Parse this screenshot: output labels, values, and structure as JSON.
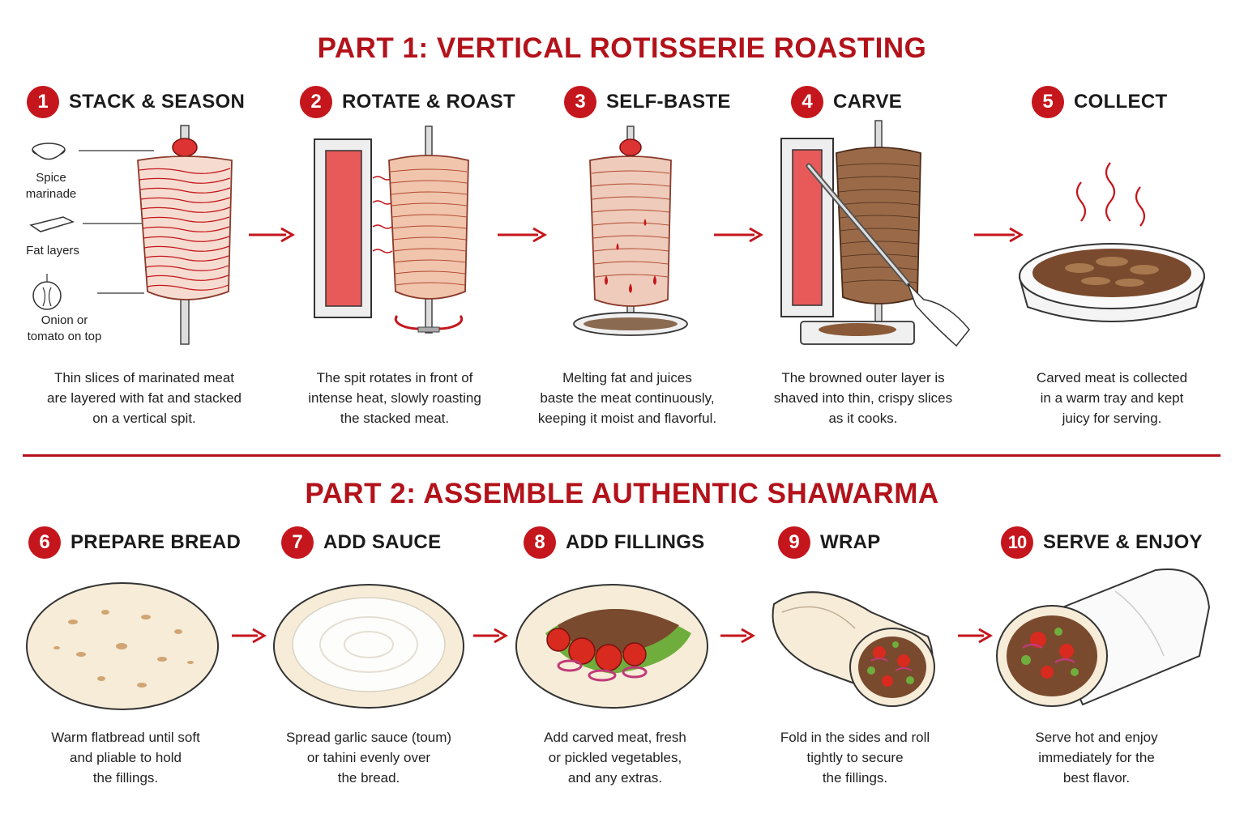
{
  "part1": {
    "title": "PART 1: VERTICAL ROTISSERIE ROASTING",
    "steps": [
      {
        "num": "1",
        "label": "STACK & SEASON",
        "desc": "Thin slices of marinated meat\nare layered with fat and stacked\non a vertical spit."
      },
      {
        "num": "2",
        "label": "ROTATE & ROAST",
        "desc": "The spit rotates in front of\nintense heat, slowly roasting\nthe stacked meat."
      },
      {
        "num": "3",
        "label": "SELF-BASTE",
        "desc": "Melting fat and juices\nbaste the meat continuously,\nkeeping it moist and flavorful."
      },
      {
        "num": "4",
        "label": "CARVE",
        "desc": "The browned outer layer is\nshaved into thin, crispy slices\nas it cooks."
      },
      {
        "num": "5",
        "label": "COLLECT",
        "desc": "Carved meat is collected\nin a warm tray and kept\njuicy for serving."
      }
    ],
    "callouts": {
      "spice": "Spice\nmarinade",
      "fat": "Fat layers",
      "onion": "Onion or\ntomato on top"
    }
  },
  "part2": {
    "title": "PART 2: ASSEMBLE AUTHENTIC SHAWARMA",
    "steps": [
      {
        "num": "6",
        "label": "PREPARE BREAD",
        "desc": "Warm flatbread until soft\nand pliable to hold\nthe fillings."
      },
      {
        "num": "7",
        "label": "ADD SAUCE",
        "desc": "Spread garlic sauce (toum)\nor tahini evenly over\nthe bread."
      },
      {
        "num": "8",
        "label": "ADD FILLINGS",
        "desc": "Add carved meat, fresh\nor pickled vegetables,\nand any extras."
      },
      {
        "num": "9",
        "label": "WRAP",
        "desc": "Fold in the sides and roll\ntightly to secure\nthe fillings."
      },
      {
        "num": "10",
        "label": "SERVE & ENJOY",
        "desc": "Serve hot and enjoy\nimmediately for the\nbest flavor."
      }
    ]
  },
  "colors": {
    "accent": "#c4161c",
    "meat_raw": "#f3d2c4",
    "meat_cooked": "#a06a45",
    "bread": "#f6ecd8"
  }
}
